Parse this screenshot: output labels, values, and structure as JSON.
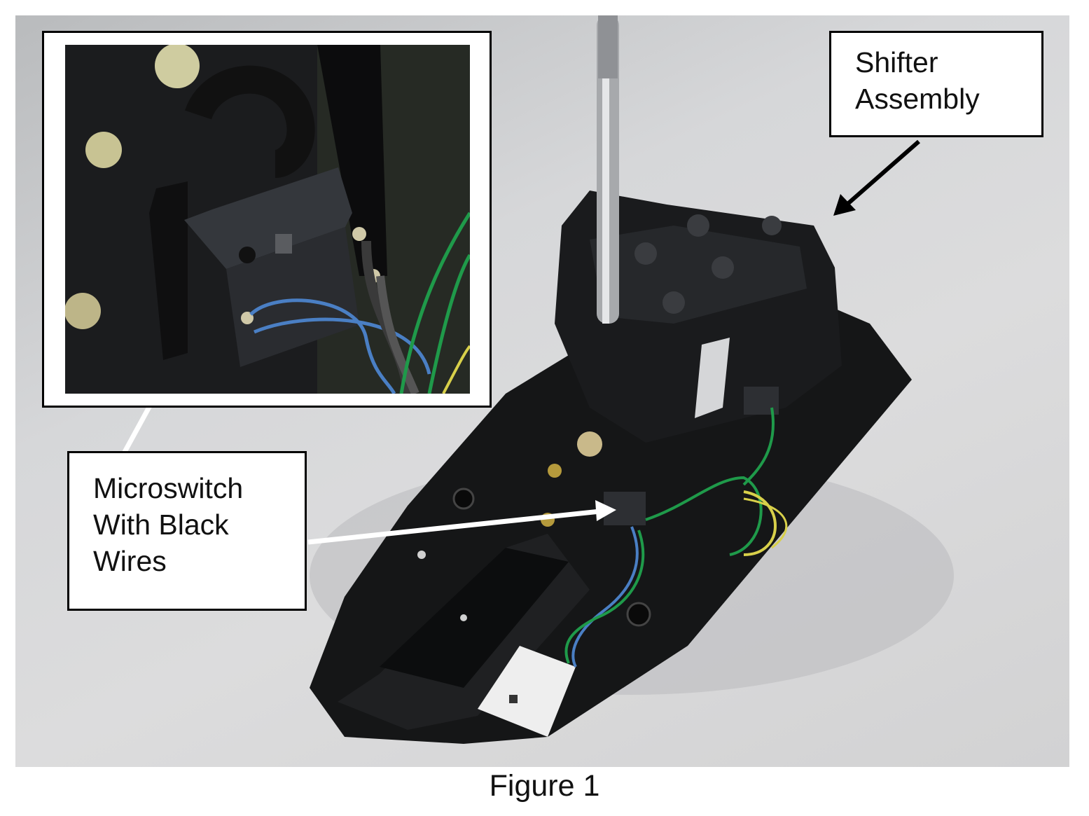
{
  "figure": {
    "caption": "Figure 1"
  },
  "callouts": {
    "shifter": {
      "lines": [
        "Shifter",
        "Assembly"
      ]
    },
    "microswitch": {
      "lines": [
        "Microswitch",
        "With Black",
        "Wires"
      ]
    }
  },
  "colors": {
    "background": "#dcdcdd",
    "plastic": "#141516",
    "wire_green": "#1f9a4a",
    "wire_blue": "#4a7fc4",
    "wire_yellow": "#d8d04a"
  }
}
